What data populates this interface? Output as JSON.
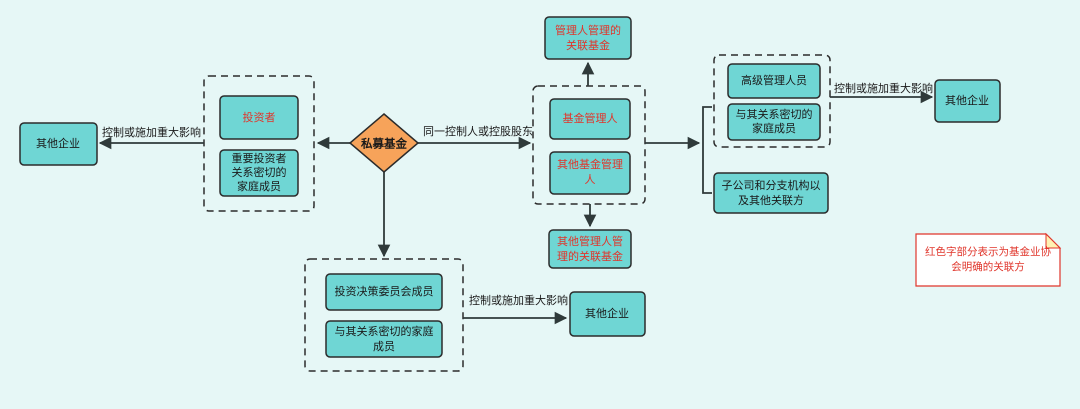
{
  "center": "私募基金",
  "left_group": {
    "investor": "投资者",
    "family": [
      "重要投资者",
      "关系密切的",
      "家庭成员"
    ]
  },
  "left_edge_label": "控制或施加重大影响",
  "left_other": "其他企业",
  "middle_edge_label": "同一控制人或控股股东",
  "top_node": [
    "管理人管理的",
    "关联基金"
  ],
  "mid_group": {
    "manager": "基金管理人",
    "other_manager": [
      "其他基金管理",
      "人"
    ]
  },
  "bottom_mid_node": [
    "其他管理人管",
    "理的关联基金"
  ],
  "right_group": {
    "senior": "高级管理人员",
    "family": [
      "与其关系密切的",
      "家庭成员"
    ]
  },
  "right_edge_label": "控制或施加重大影响",
  "right_other": "其他企业",
  "subsidiary": [
    "子公司和分支机构以",
    "及其他关联方"
  ],
  "bottom_group": {
    "committee": "投资决策委员会成员",
    "family": [
      "与其关系密切的家庭",
      "成员"
    ]
  },
  "bottom_edge_label": "控制或施加重大影响",
  "bottom_other": "其他企业",
  "note": [
    "红色字部分表示为基金业协",
    "会明确的关联方"
  ],
  "colors": {
    "node_fill": "#6fd6d4",
    "center_fill": "#f7a35a",
    "highlight_text": "#e0352b",
    "background": "#e6f7f6"
  }
}
